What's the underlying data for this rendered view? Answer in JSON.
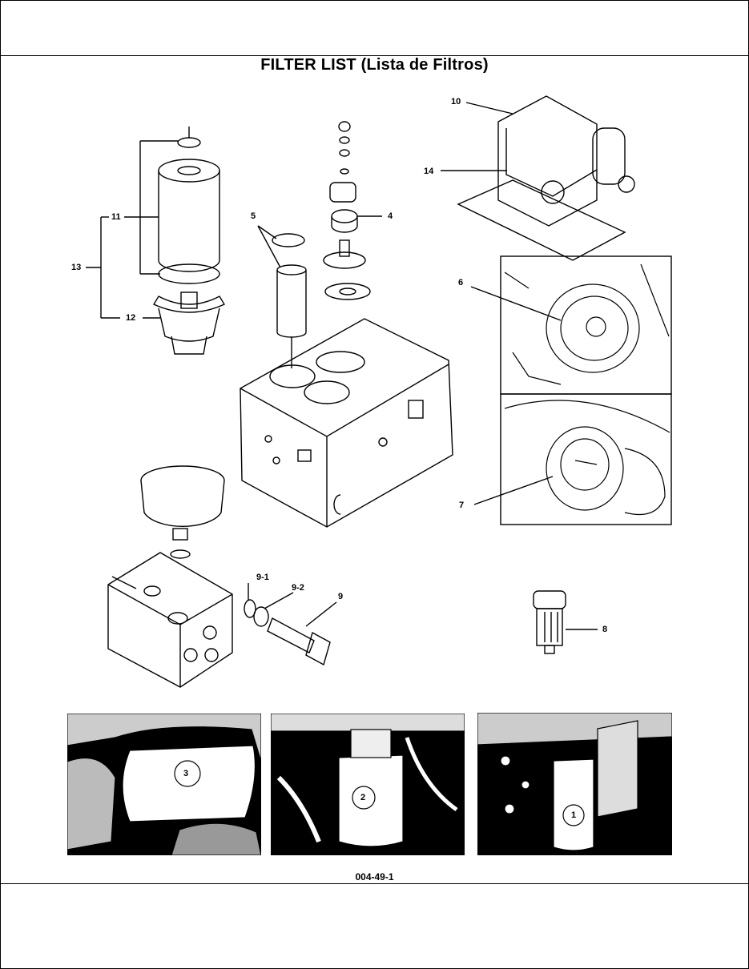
{
  "page": {
    "title": "FILTER LIST (Lista de Filtros)",
    "figure_code": "004-49-1"
  },
  "callouts": {
    "c1": "1",
    "c2": "2",
    "c3": "3",
    "c4": "4",
    "c5": "5",
    "c6": "6",
    "c7": "7",
    "c8": "8",
    "c9": "9",
    "c9_1": "9-1",
    "c9_2": "9-2",
    "c10": "10",
    "c11": "11",
    "c12": "12",
    "c13": "13",
    "c14": "14"
  }
}
